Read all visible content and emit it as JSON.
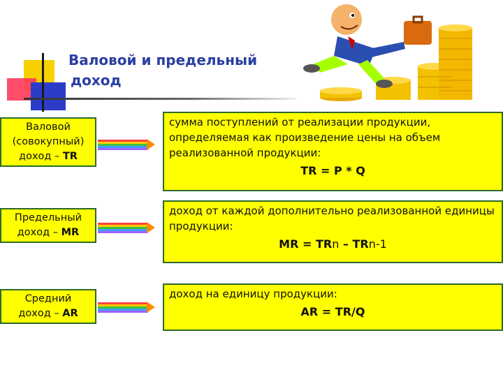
{
  "title": {
    "line1": "Валовой и предельный",
    "line2": "доход"
  },
  "rows": [
    {
      "term_lines": [
        "Валовой",
        "(совокупный)",
        "доход – "
      ],
      "term_abbr": "TR",
      "definition": "сумма поступлений от реализации продукции, определяемая как произведение цены на объем реализованной продукции:",
      "formula": "TR = P * Q"
    },
    {
      "term_lines": [
        "Предельный",
        "доход – "
      ],
      "term_abbr": "MR",
      "definition": "доход от каждой дополнительно реализованной единицы продукции:",
      "formula_parts": [
        "MR = TR",
        "n",
        " – TR",
        "n-1"
      ]
    },
    {
      "term_lines": [
        "Средний",
        "доход – "
      ],
      "term_abbr": "AR",
      "definition": "доход на единицу продукции:",
      "formula": "AR = TR/Q"
    }
  ],
  "colors": {
    "box_fill": "#ffff00",
    "box_border": "#2b6a2b",
    "title": "#2a3fa0"
  },
  "icons": [
    "rainbow-arrow-icon",
    "businessman-with-coins-illustration"
  ]
}
